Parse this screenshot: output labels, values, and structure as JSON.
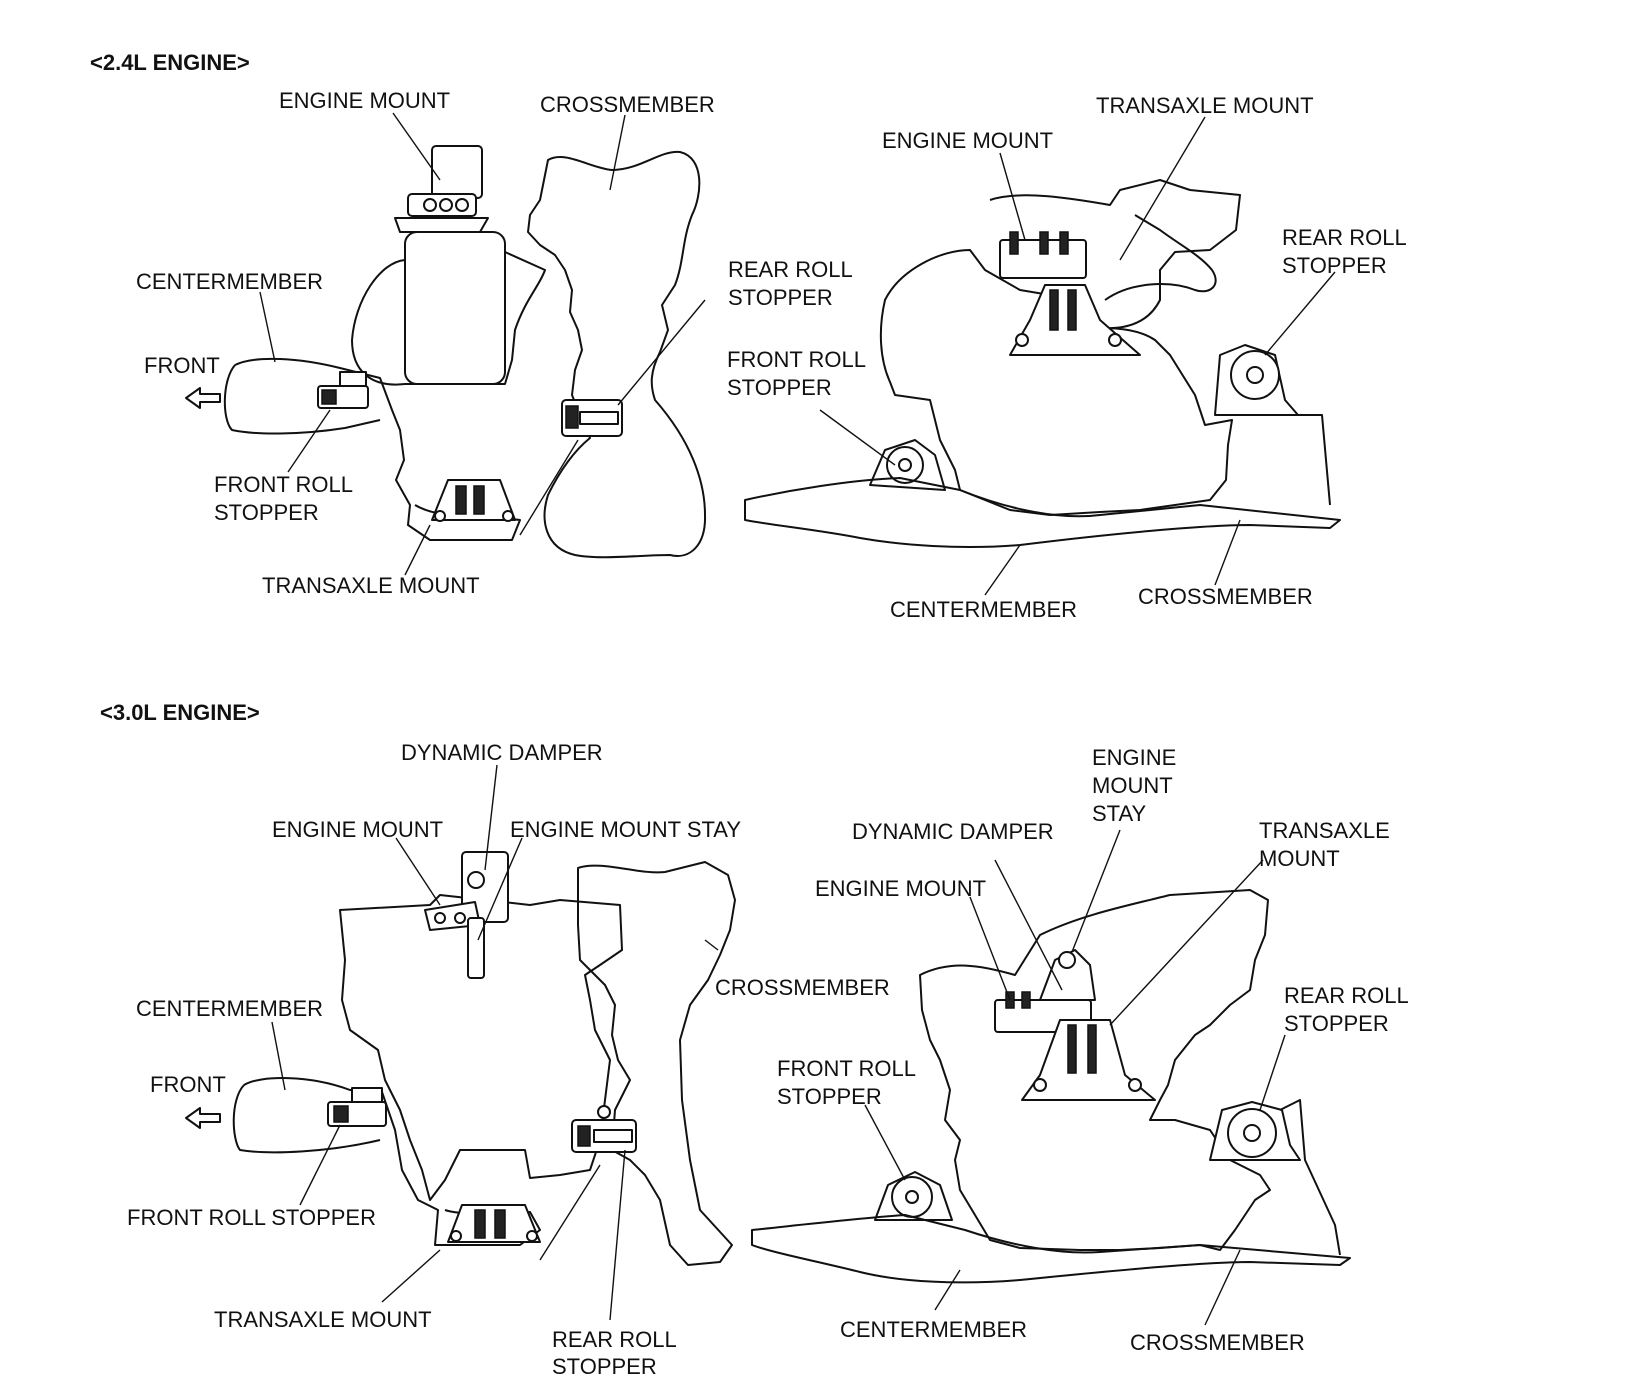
{
  "engine_24": {
    "header": "<2.4L ENGINE>",
    "top_view": {
      "engine_mount": "ENGINE MOUNT",
      "crossmember": "CROSSMEMBER",
      "centermember": "CENTERMEMBER",
      "front": "FRONT",
      "front_roll_stopper": [
        "FRONT ROLL",
        "STOPPER"
      ],
      "rear_roll_stopper": [
        "REAR ROLL",
        "STOPPER"
      ],
      "transaxle_mount": "TRANSAXLE MOUNT"
    },
    "side_view": {
      "engine_mount": "ENGINE MOUNT",
      "transaxle_mount": "TRANSAXLE MOUNT",
      "rear_roll_stopper": [
        "REAR ROLL",
        "STOPPER"
      ],
      "front_roll_stopper": [
        "FRONT ROLL",
        "STOPPER"
      ],
      "centermember": "CENTERMEMBER",
      "crossmember": "CROSSMEMBER"
    }
  },
  "engine_30": {
    "header": "<3.0L ENGINE>",
    "top_view": {
      "dynamic_damper": "DYNAMIC DAMPER",
      "engine_mount": "ENGINE MOUNT",
      "engine_mount_stay": "ENGINE MOUNT STAY",
      "crossmember": "CROSSMEMBER",
      "centermember": "CENTERMEMBER",
      "front": "FRONT",
      "front_roll_stopper": "FRONT ROLL STOPPER",
      "transaxle_mount": "TRANSAXLE MOUNT",
      "rear_roll_stopper": [
        "REAR ROLL",
        "STOPPER"
      ]
    },
    "side_view": {
      "engine_mount_stay": [
        "ENGINE",
        "MOUNT",
        "STAY"
      ],
      "dynamic_damper": "DYNAMIC DAMPER",
      "transaxle_mount": [
        "TRANSAXLE",
        "MOUNT"
      ],
      "engine_mount": "ENGINE MOUNT",
      "rear_roll_stopper": [
        "REAR ROLL",
        "STOPPER"
      ],
      "front_roll_stopper": [
        "FRONT ROLL",
        "STOPPER"
      ],
      "centermember": "CENTERMEMBER",
      "crossmember": "CROSSMEMBER"
    }
  }
}
